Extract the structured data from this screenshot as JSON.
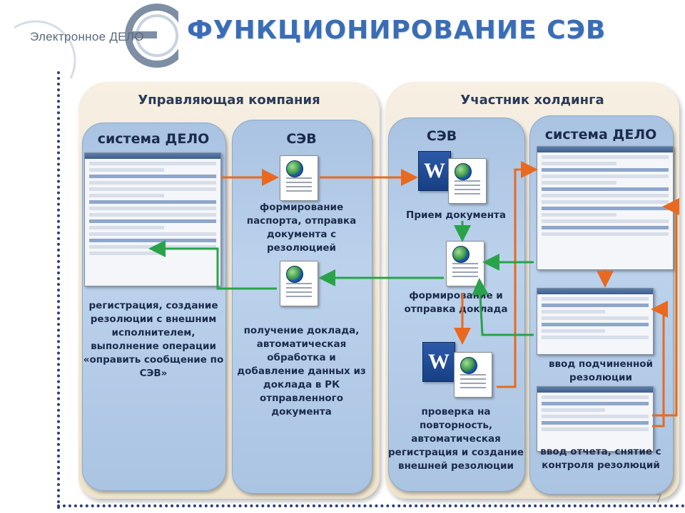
{
  "header": {
    "logo_text": "Электронное ДЕЛО",
    "title": "ФУНКЦИОНИРОВАНИЕ СЭВ"
  },
  "panels": {
    "left_title": "Управляющая компания",
    "right_title": "Участник холдинга"
  },
  "columns": {
    "c1": "система ДЕЛО",
    "c2": "СЭВ",
    "c3": "СЭВ",
    "c4": "система ДЕЛО"
  },
  "steps": {
    "reg": "регистрация, создание резолюции с внешним исполнителем, выполнение операции «оправить сообщение по СЭВ»",
    "form_passport": "формирование паспорта, отправка документа с резолюцией",
    "receive_report": "получение доклада, автоматическая обработка и добавление данных из доклада в РК отправленного документа",
    "receive_doc": "Прием документа",
    "form_report": "формирование и отправка доклада",
    "check": "проверка на повторность, автоматическая регистрация и создание внешней резолюции",
    "sub_resolution": "ввод подчиненной резолюции",
    "report_input": "ввод отчета, снятие с контроля резолюций"
  },
  "page_number": "7",
  "colors": {
    "title_blue": "#3a6db5",
    "arrow_orange": "#e8691f",
    "arrow_green": "#2aa24a",
    "column_blue": "#b3cbe8",
    "panel_beige": "#f2e8d4"
  }
}
